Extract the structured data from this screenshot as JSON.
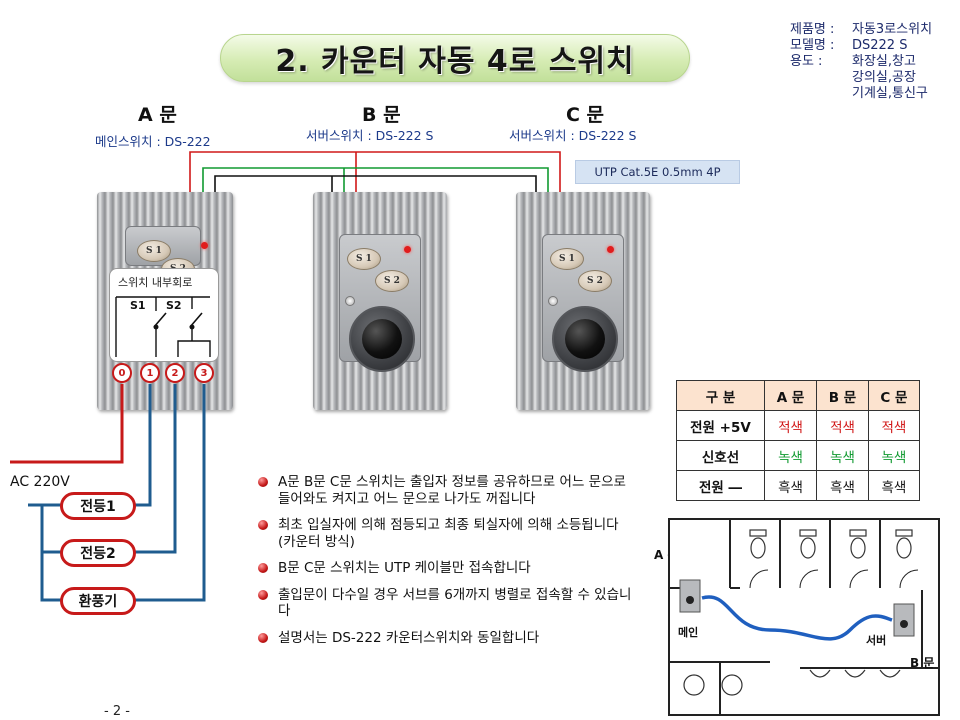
{
  "title": "2. 카운터 자동 4로 스위치",
  "product_info": [
    {
      "label": "제품명 :",
      "value": "자동3로스위치"
    },
    {
      "label": "모델명 :",
      "value": "DS222 S"
    },
    {
      "label": "용도    :",
      "value": "화장실,창고"
    },
    {
      "label": "",
      "value": "강의실,공장"
    },
    {
      "label": "",
      "value": "기계실,통신구"
    }
  ],
  "doors": [
    {
      "label": "A 문",
      "sub": "메인스위치 : DS-222"
    },
    {
      "label": "B 문",
      "sub": "서버스위치 : DS-222 S"
    },
    {
      "label": "C 문",
      "sub": "서버스위치 : DS-222 S"
    }
  ],
  "cable_label": "UTP  Cat.5E  0.5mm  4P",
  "switch_buttons": {
    "s1": "S 1",
    "s2": "S 2"
  },
  "circuit": {
    "title": "스위치 내부회로",
    "s1": "S1",
    "s2": "S2"
  },
  "terminals": [
    "0",
    "1",
    "2",
    "3"
  ],
  "ac_label": "AC 220V",
  "loads": [
    "전등1",
    "전등2",
    "환풍기"
  ],
  "wire_table": {
    "headers": [
      "구 분",
      "A 문",
      "B 문",
      "C 문"
    ],
    "rows": [
      {
        "label": "전원  +5V",
        "cells": [
          "적색",
          "적색",
          "적색"
        ],
        "color": "#d11818"
      },
      {
        "label": "신호선",
        "cells": [
          "녹색",
          "녹색",
          "녹색"
        ],
        "color": "#109a30"
      },
      {
        "label": "전원  ―",
        "cells": [
          "흑색",
          "흑색",
          "흑색"
        ],
        "color": "#111111"
      }
    ]
  },
  "bullets": [
    "A문 B문 C문 스위치는 출입자 정보를 공유하므로 어느 문으로 들어와도 켜지고 어느 문으로 나가도 꺼집니다",
    "최초 입실자에 의해 점등되고 최종 퇴실자에 의해 소등됩니다 (카운터 방식)",
    "B문 C문 스위치는 UTP 케이블만 접속합니다",
    "출입문이 다수일 경우 서브를 6개까지 병렬로 접속할 수 있습니다",
    "설명서는 DS-222 카운터스위치와 동일합니다"
  ],
  "plan": {
    "door_a": "A 문",
    "door_b": "B 문",
    "main": "메인",
    "sub": "서버"
  },
  "page_number": "- 2 -",
  "colors": {
    "red_wire": "#c71a1a",
    "green_wire": "#109a30",
    "blue_wire": "#1f5c8f",
    "black_wire": "#111111"
  }
}
